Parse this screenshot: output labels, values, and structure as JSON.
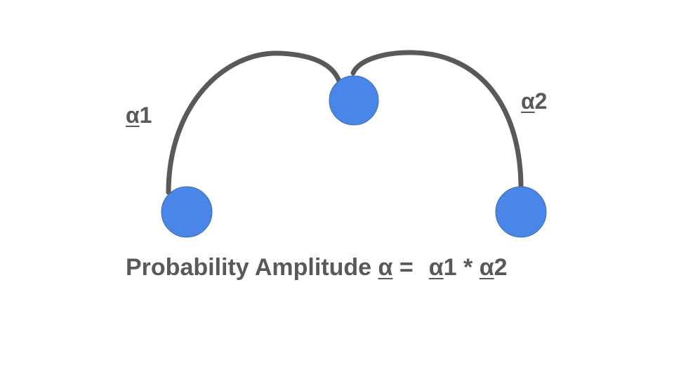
{
  "diagram": {
    "nodes": [
      {
        "id": "left",
        "label": ""
      },
      {
        "id": "middle",
        "label": ""
      },
      {
        "id": "right",
        "label": ""
      }
    ],
    "edges": [
      {
        "from": "left",
        "to": "middle",
        "label_symbol": "α",
        "label_index": "1"
      },
      {
        "from": "middle",
        "to": "right",
        "label_symbol": "α",
        "label_index": "2"
      }
    ],
    "formula": {
      "prefix": "Probability Amplitude ",
      "symbol": "α",
      "equals": " =",
      "term1_symbol": "α",
      "term1_index": "1",
      "operator": " * ",
      "term2_symbol": "α",
      "term2_index": "2"
    }
  },
  "colors": {
    "node_fill": "#4a86e8",
    "node_stroke": "#3d6bb5",
    "edge": "#595959",
    "text": "#595959"
  }
}
